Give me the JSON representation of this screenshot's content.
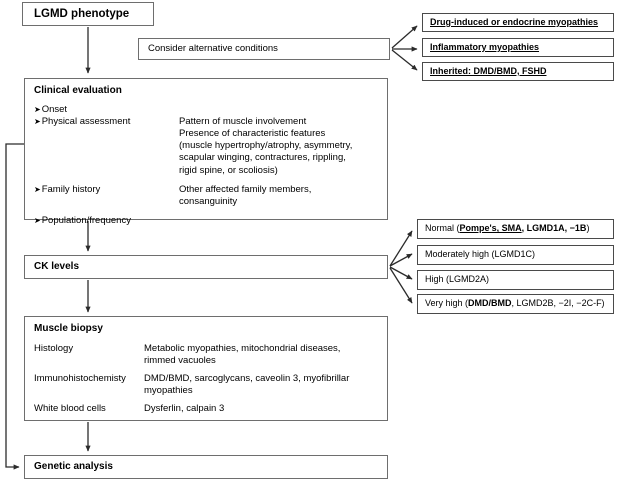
{
  "diagram": {
    "title": "LGMD phenotype diagnostic flowchart",
    "start": {
      "label": "LGMD phenotype"
    },
    "consider": {
      "label": "Consider alternative conditions"
    },
    "alternatives": [
      {
        "label": "Drug-induced or endocrine myopathies"
      },
      {
        "label": "Inflammatory myopathies"
      },
      {
        "label": "Inherited: DMD/BMD, FSHD"
      }
    ],
    "clinical_evaluation": {
      "title": "Clinical evaluation",
      "rows": [
        {
          "left": "Onset",
          "right": ""
        },
        {
          "left": "Physical assessment",
          "right": "Pattern of muscle involvement\nPresence of characteristic features\n(muscle hypertrophy/atrophy, asymmetry,\nscapular winging, contractures, rippling,\nrigid spine, or scoliosis)"
        },
        {
          "left": "Family history",
          "right": "Other affected family members,\nconsanguinity"
        },
        {
          "left": "Population/frequency",
          "right": ""
        }
      ]
    },
    "ck_levels": {
      "label": "CK levels",
      "results": [
        {
          "prefix": "Normal (",
          "bold_underline": "Pompe's, SMA",
          "bold": ", LGMD1A, −1B",
          "suffix": ")"
        },
        {
          "prefix": "Moderately high (LGMD1C)",
          "bold_underline": "",
          "bold": "",
          "suffix": ""
        },
        {
          "prefix": "High (LGMD2A)",
          "bold_underline": "",
          "bold": "",
          "suffix": ""
        },
        {
          "prefix": "Very high (",
          "bold_underline": "",
          "bold": "DMD/BMD",
          "suffix": ", LGMD2B, −2I, −2C-F)"
        }
      ]
    },
    "muscle_biopsy": {
      "title": "Muscle biopsy",
      "rows": [
        {
          "left": "Histology",
          "right": "Metabolic myopathies, mitochondrial diseases,\nrimmed vacuoles"
        },
        {
          "left": "Immunohistochemisty",
          "right": "DMD/BMD, sarcoglycans, caveolin 3, myofibrillar\nmyopathies"
        },
        {
          "left": "White blood cells",
          "right": "Dysferlin, calpain 3"
        }
      ]
    },
    "genetic_analysis": {
      "label": "Genetic analysis"
    },
    "colors": {
      "border": "#6e6e6e",
      "arrow": "#2b2b2b",
      "background": "#ffffff",
      "text": "#000000"
    }
  }
}
